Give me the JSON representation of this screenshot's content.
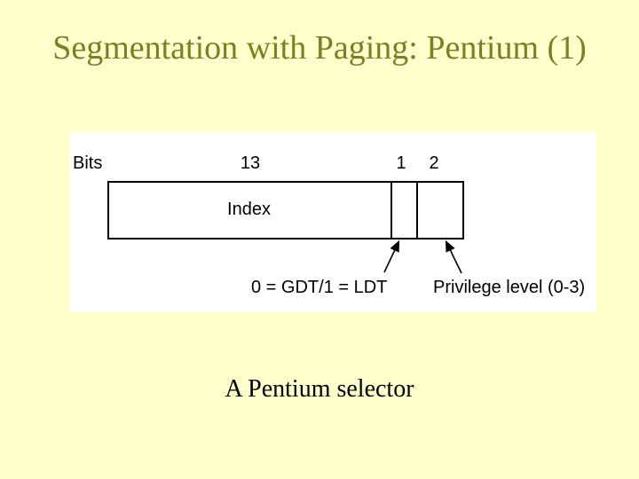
{
  "slide": {
    "background_color": "#FFFFCC",
    "title": "Segmentation with Paging: Pentium (1)",
    "title_color": "#7D7D23",
    "caption": "A Pentium selector"
  },
  "diagram": {
    "bits_label": "Bits",
    "line_color": "#000000",
    "fields": [
      {
        "bits": "13",
        "label": "Index"
      },
      {
        "bits": "1",
        "label": ""
      },
      {
        "bits": "2",
        "label": ""
      }
    ],
    "annotations": [
      {
        "text": "0 = GDT/1 = LDT",
        "target": "gdt-ldt-bit-field"
      },
      {
        "text": "Privilege level (0-3)",
        "target": "privilege-level-field"
      }
    ]
  }
}
